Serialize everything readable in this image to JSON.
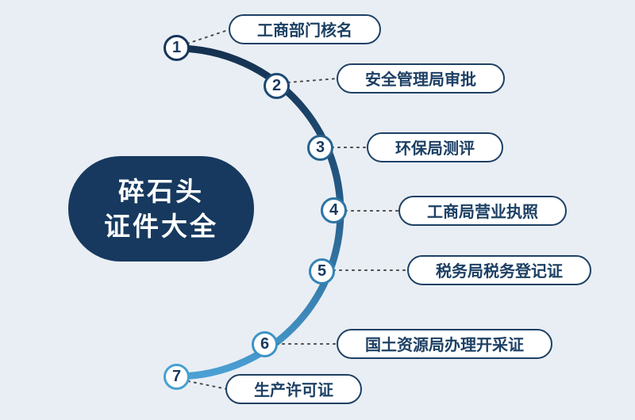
{
  "title_badge": {
    "line1": "碎石头",
    "line2": "证件大全",
    "bg_color": "#17395f",
    "text_color": "#ffffff"
  },
  "steps": [
    {
      "num": "1",
      "label": "工商部门核名"
    },
    {
      "num": "2",
      "label": "安全管理局审批"
    },
    {
      "num": "3",
      "label": "环保局测评"
    },
    {
      "num": "4",
      "label": "工商局营业执照"
    },
    {
      "num": "5",
      "label": "税务局税务登记证"
    },
    {
      "num": "6",
      "label": "国土资源局办理开采证"
    },
    {
      "num": "7",
      "label": "生产许可证"
    }
  ],
  "colors": {
    "background": "#e9eef4",
    "arc_gradient_top": "#14304f",
    "arc_gradient_mid": "#245a86",
    "arc_gradient_bottom": "#4aa0d4",
    "label_border": "#1d4064",
    "label_text": "#1d4064",
    "number_text": "#17395f",
    "connector_dots": "#4a4a4a"
  }
}
